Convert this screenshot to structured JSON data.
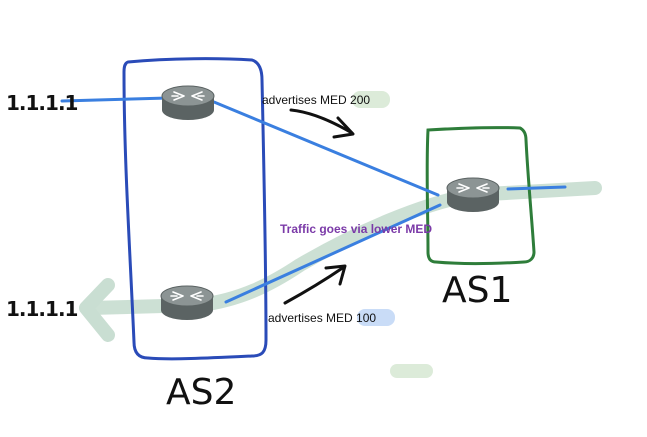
{
  "diagram": {
    "as2_label": "AS2",
    "as1_label": "AS1",
    "prefix_top": "1.1.1.1",
    "prefix_bottom": "1.1.1.1",
    "med_top_text": "advertises MED ",
    "med_top_value": "200",
    "med_bottom_text": "advertises MED ",
    "med_bottom_value": "100",
    "traffic_note": "Traffic goes via lower MED",
    "colors": {
      "as2_box": "#2a4bb8",
      "as1_box": "#2e7d3a",
      "link": "#3a7fe0",
      "traffic_path": "#c9ded2",
      "traffic_text": "#7b3aa8",
      "highlight_200": "#dcebd9",
      "highlight_100": "#c9dcf7"
    },
    "icons": [
      "router-icon",
      "router-icon",
      "router-icon",
      "arrow-icon",
      "arrow-icon"
    ]
  }
}
